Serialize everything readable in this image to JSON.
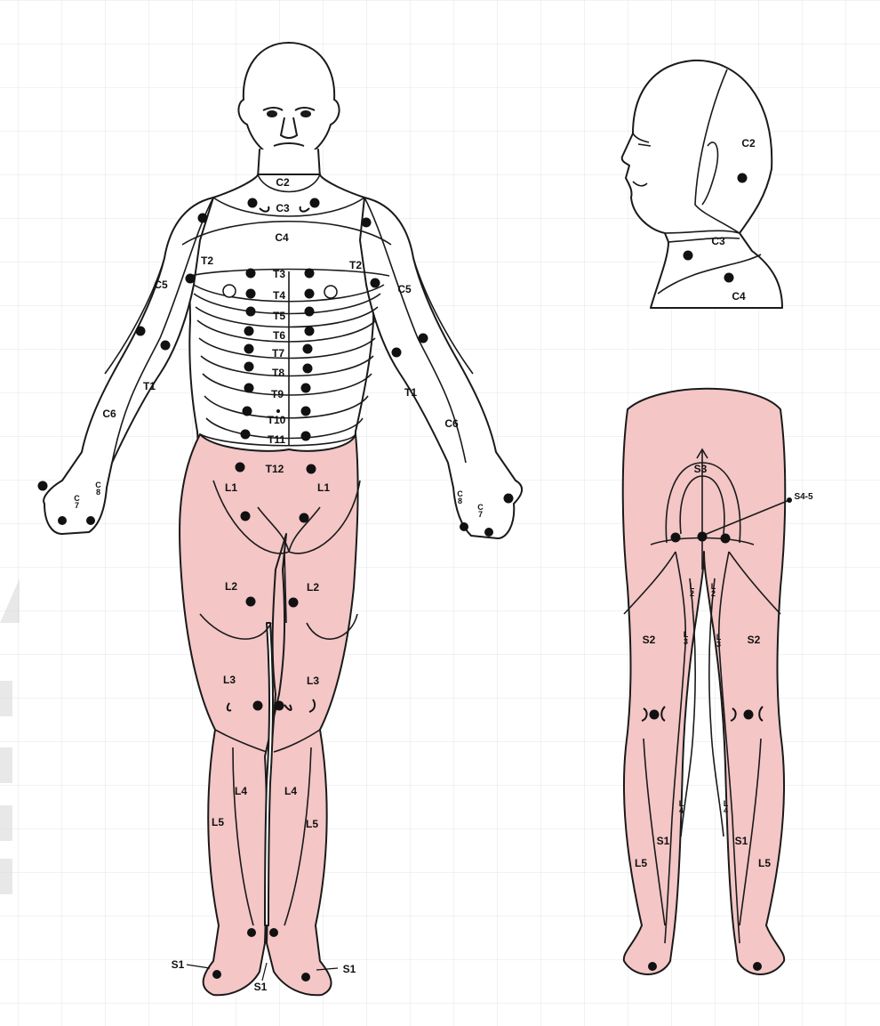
{
  "colors": {
    "shaded": "#f4c6c6",
    "outline": "#1a1a1a",
    "grid": "#e6e6ea",
    "dot": "#111111"
  },
  "front_view": {
    "c2": "C2",
    "c3": "C3",
    "c4": "C4",
    "c5_left": "C5",
    "c5_right": "C5",
    "t2_left": "T2",
    "t2_right": "T2",
    "t3": "T3",
    "t4": "T4",
    "t5": "T5",
    "t6": "T6",
    "t7": "T7",
    "t8": "T8",
    "t9": "T9",
    "t10": "T10",
    "t11": "T11",
    "t12": "T12",
    "t1_left": "T1",
    "t1_right": "T1",
    "c6_left": "C6",
    "c6_right": "C6",
    "c7_left": "C7",
    "c8_left": "C8",
    "c8_right": "C8",
    "c7_right": "C7",
    "l1_left": "L1",
    "l1_right": "L1",
    "l2_left": "L2",
    "l2_right": "L2",
    "l3_left": "L3",
    "l3_right": "L3",
    "l4_left": "L4",
    "l4_right": "L4",
    "l5_left": "L5",
    "l5_right": "L5",
    "s1_left": "S1",
    "s1_center": "S1",
    "s1_right": "S1"
  },
  "head_view": {
    "c2": "C2",
    "c3": "C3",
    "c4": "C4"
  },
  "back_view": {
    "s3": "S3",
    "s45": "S4-5",
    "l2_left": "L2",
    "l2_right": "L2",
    "l3_left": "L3",
    "l3_right": "L3",
    "s2_left": "S2",
    "s2_right": "S2",
    "l4_left": "L4",
    "l4_right": "L4",
    "s1_left": "S1",
    "s1_right": "S1",
    "l5_left": "L5",
    "l5_right": "L5"
  }
}
